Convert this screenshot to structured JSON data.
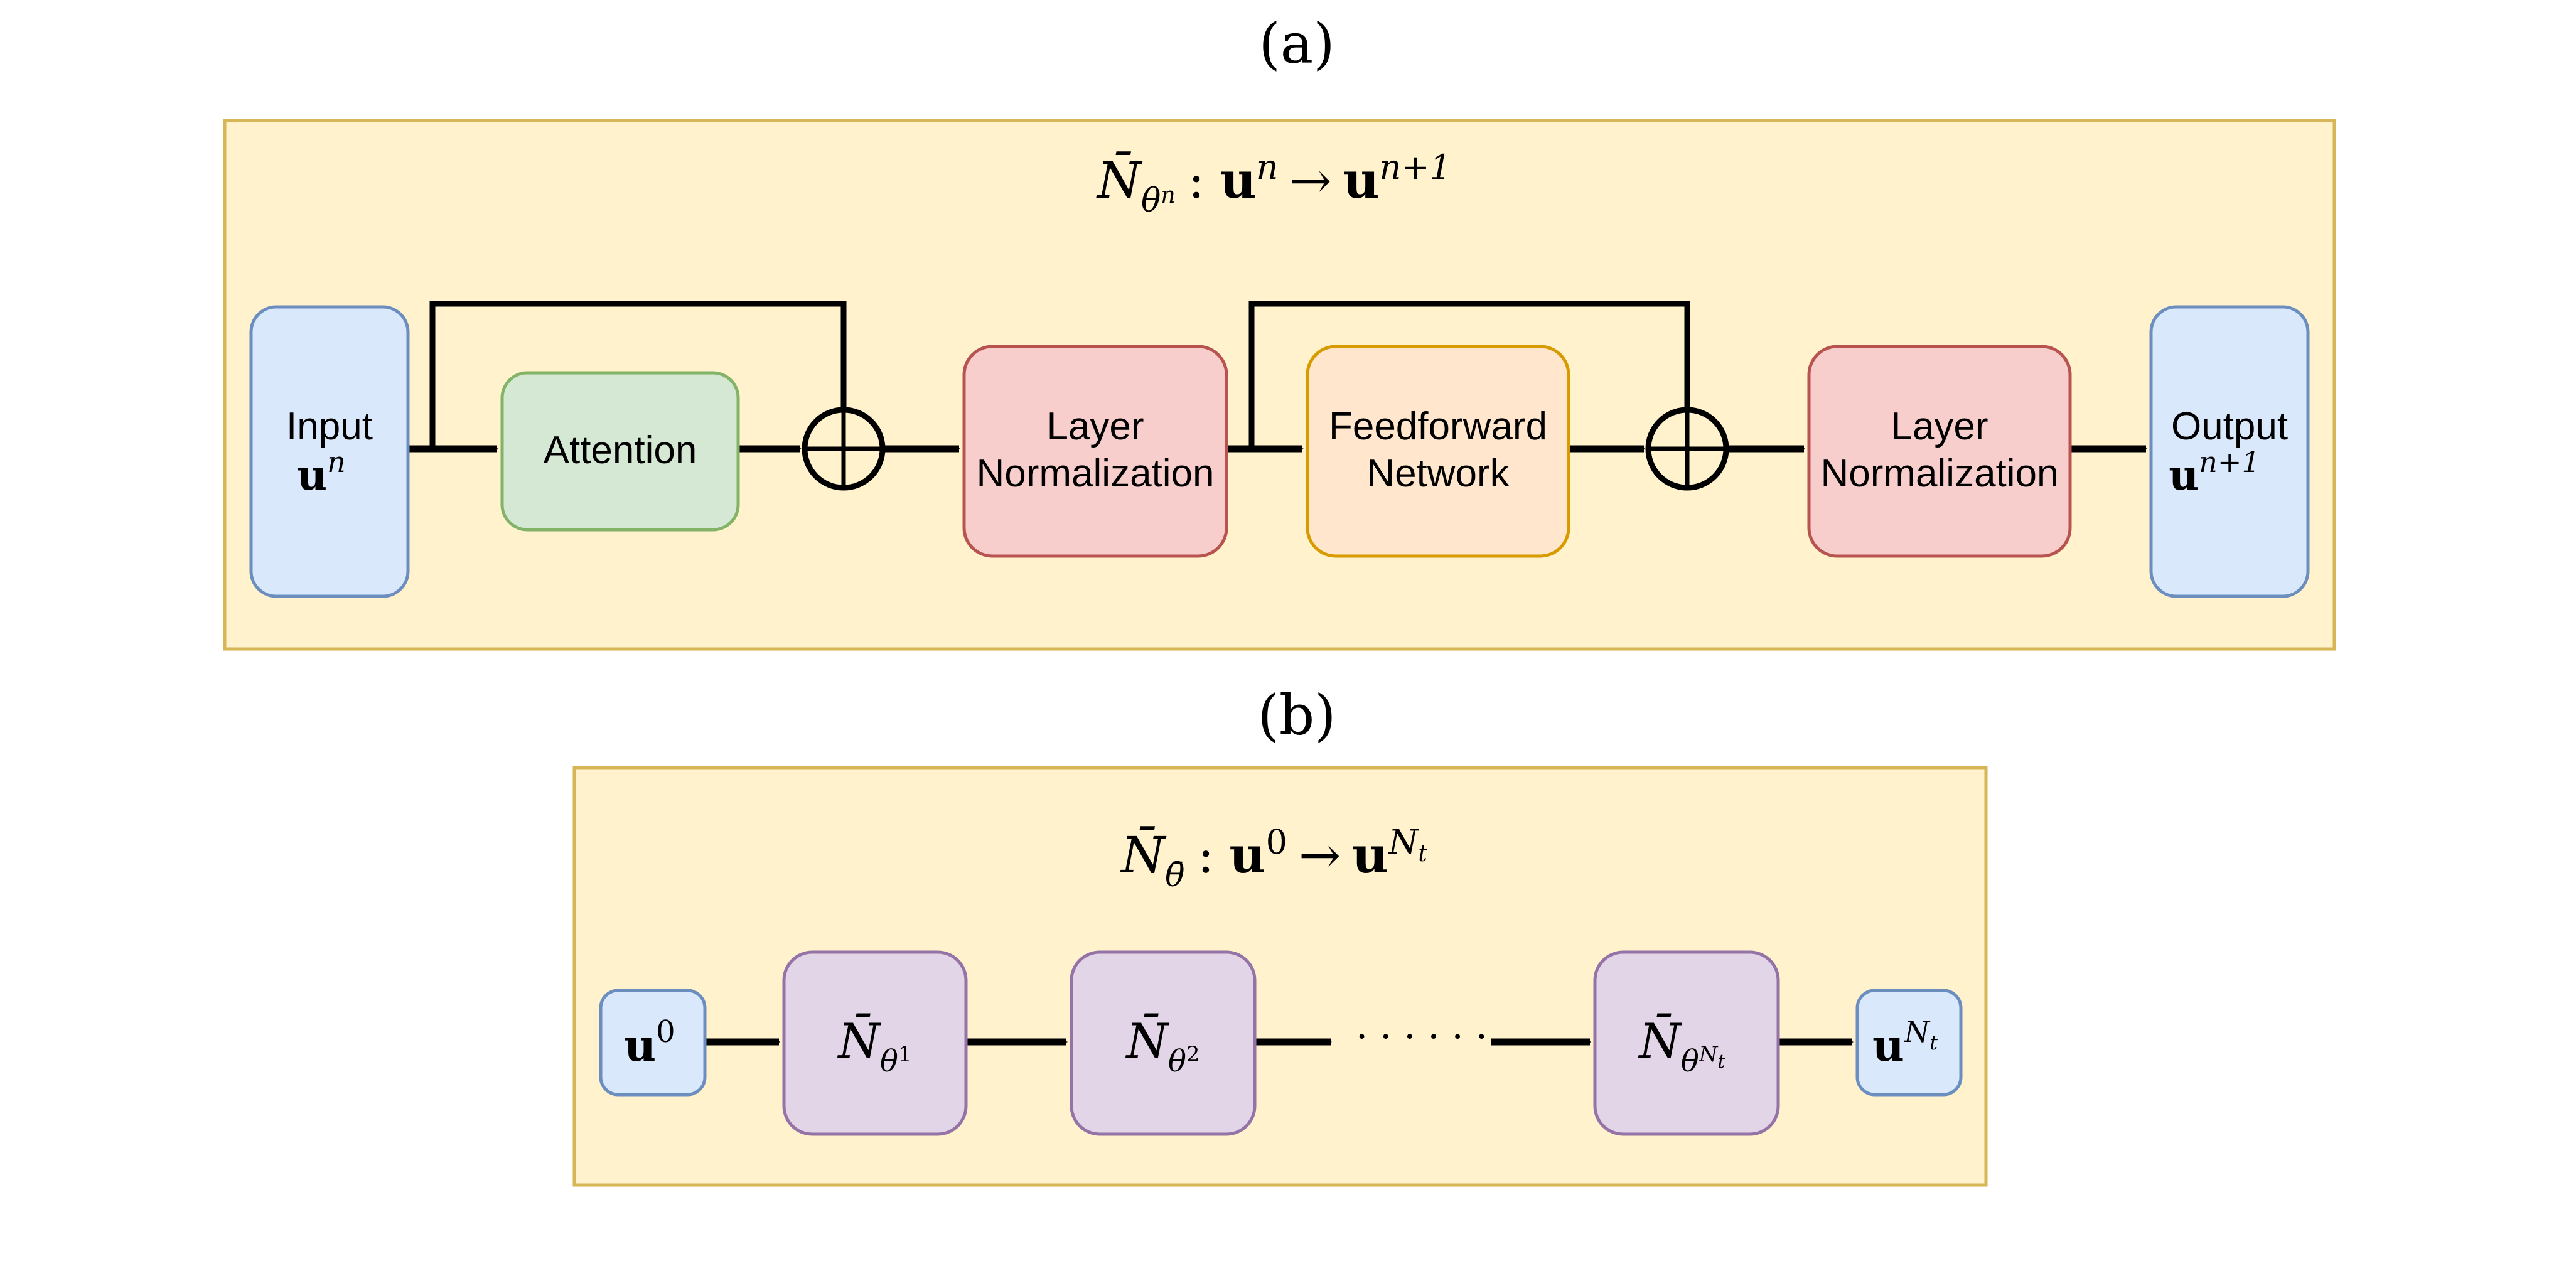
{
  "panel_a": {
    "label": "(a)",
    "title": {
      "op": "N̄",
      "sub": "θ",
      "subsup": "n",
      "colon": ":",
      "lhs": "u",
      "lhs_sup": "n",
      "arrow": "→",
      "rhs": "u",
      "rhs_sup": "n+1"
    },
    "nodes": {
      "input": {
        "line1": "Input",
        "var": "u",
        "sup": "n"
      },
      "attention": {
        "label": "Attention"
      },
      "add1": {
        "symbol": "⊕"
      },
      "layer_norm_1": {
        "line1": "Layer",
        "line2": "Normalization"
      },
      "feedforward": {
        "line1": "Feedforward",
        "line2": "Network"
      },
      "add2": {
        "symbol": "⊕"
      },
      "layer_norm_2": {
        "line1": "Layer",
        "line2": "Normalization"
      },
      "output": {
        "line1": "Output",
        "var": "u",
        "sup": "n+1"
      }
    }
  },
  "panel_b": {
    "label": "(b)",
    "title": {
      "op": "N̄",
      "sub": "θ̄",
      "colon": ":",
      "lhs": "u",
      "lhs_sup": "0",
      "arrow": "→",
      "rhs": "u",
      "rhs_sup": "N",
      "rhs_sup_sub": "t"
    },
    "nodes": {
      "u0": {
        "var": "u",
        "sup": "0"
      },
      "n1": {
        "op": "N̄",
        "sub": "θ",
        "subsup": "1"
      },
      "n2": {
        "op": "N̄",
        "sub": "θ",
        "subsup": "2"
      },
      "ellipsis": "· · · · · ·",
      "nNt": {
        "op": "N̄",
        "sub": "θ",
        "subsup": "N",
        "subsupsub": "t"
      },
      "uNt": {
        "var": "u",
        "sup": "N",
        "supsub": "t"
      }
    }
  },
  "colors": {
    "panel_fill": "#fff2cc",
    "panel_stroke": "#d6b656",
    "blue_fill": "#dae8fc",
    "blue_stroke": "#6c8ebf",
    "green_fill": "#d5e8d4",
    "green_stroke": "#82b366",
    "red_fill": "#f8cecc",
    "red_stroke": "#b85450",
    "orange_fill": "#ffe6cc",
    "orange_stroke": "#d79b00",
    "purple_fill": "#e1d5e7",
    "purple_stroke": "#9673a6"
  }
}
